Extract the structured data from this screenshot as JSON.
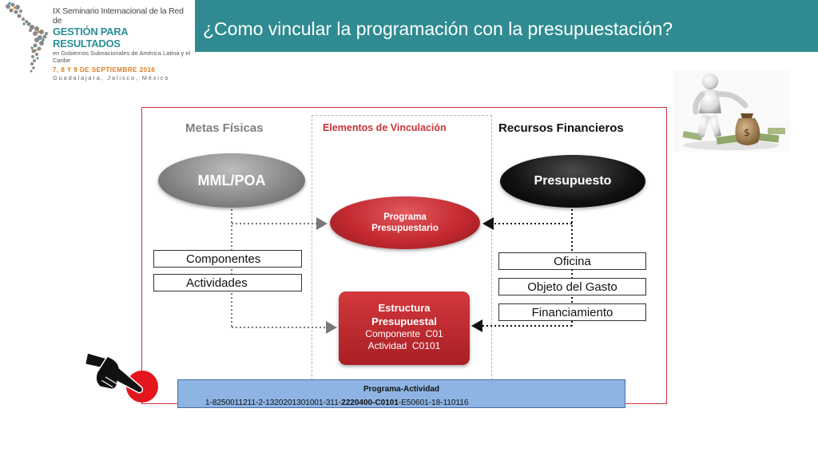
{
  "header": {
    "logo": {
      "line1": "IX Seminario Internacional de la Red de",
      "line2": "GESTIÓN PARA RESULTADOS",
      "line3": "en Gobiernos Subnacionales de América Latina y el Caribe",
      "line4": "7, 8 Y 9 DE SEPTIEMBRE 2016",
      "line5": "Guadalajara, Jalisco, México"
    },
    "title": "¿Como vincular la programación con la presupuestación?"
  },
  "diagram": {
    "columns": {
      "metas": "Metas Físicas",
      "elementos": "Elementos de Vinculación",
      "recursos": "Recursos Financieros"
    },
    "left": {
      "ellipse": "MML/POA",
      "items": [
        "Componentes",
        "Actividades"
      ]
    },
    "center": {
      "programa_line1": "Programa",
      "programa_line2": "Presupuestario",
      "estructura_line1": "Estructura",
      "estructura_line2": "Presupuestal",
      "estructura_line3": "Componente  C01",
      "estructura_line4": "Actividad  C0101"
    },
    "right": {
      "ellipse": "Presupuesto",
      "items": [
        "Oficina",
        "Objeto del Gasto",
        "Financiamiento"
      ]
    }
  },
  "programa_actividad": {
    "title": "Programa-Actividad",
    "code_prefix": "1-8250011211-2-1320201301001-311-",
    "code_bold1": "2220400",
    "code_sep": "-",
    "code_bold2": "C0101",
    "code_suffix": "-E50601-18-110116"
  },
  "colors": {
    "teal": "#2f8b91",
    "red": "#c9343a",
    "gray": "#8a8a8a",
    "black": "#111111",
    "blue_box": "#8eb4e3"
  }
}
